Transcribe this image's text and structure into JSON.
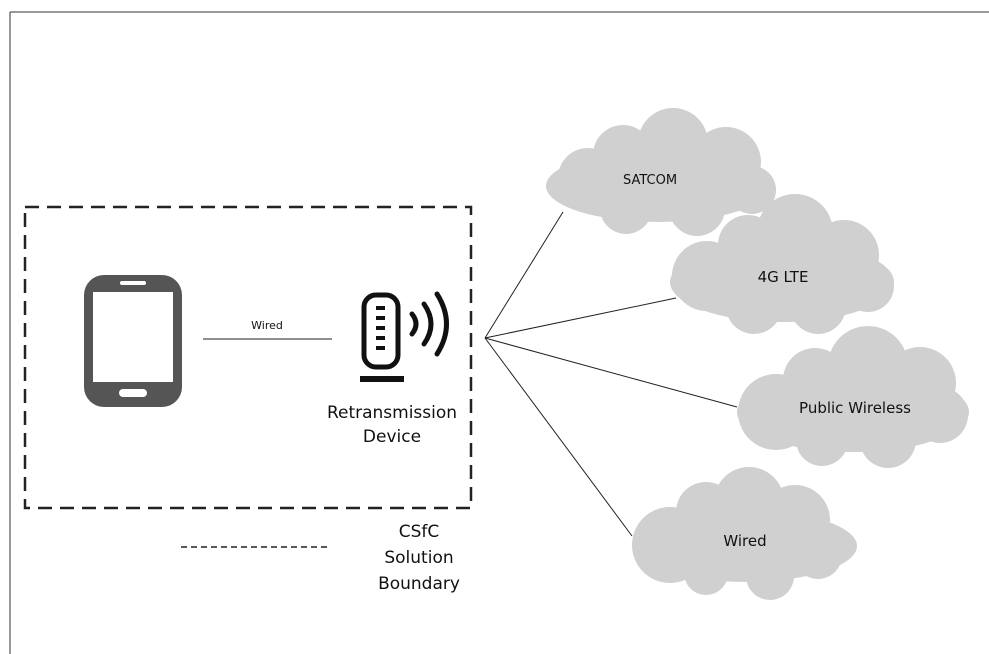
{
  "links": {
    "phone_to_device": "Wired"
  },
  "device": {
    "label_line1": "Retransmission",
    "label_line2": "Device"
  },
  "networks": [
    {
      "name": "SATCOM"
    },
    {
      "name": "4G LTE"
    },
    {
      "name": "Public Wireless"
    },
    {
      "name": "Wired"
    }
  ],
  "legend": {
    "line1": "CSfC",
    "line2": "Solution",
    "line3": "Boundary"
  },
  "colors": {
    "cloud_fill": "#d0d0d0",
    "device_fill": "#555555",
    "line": "#222222"
  }
}
